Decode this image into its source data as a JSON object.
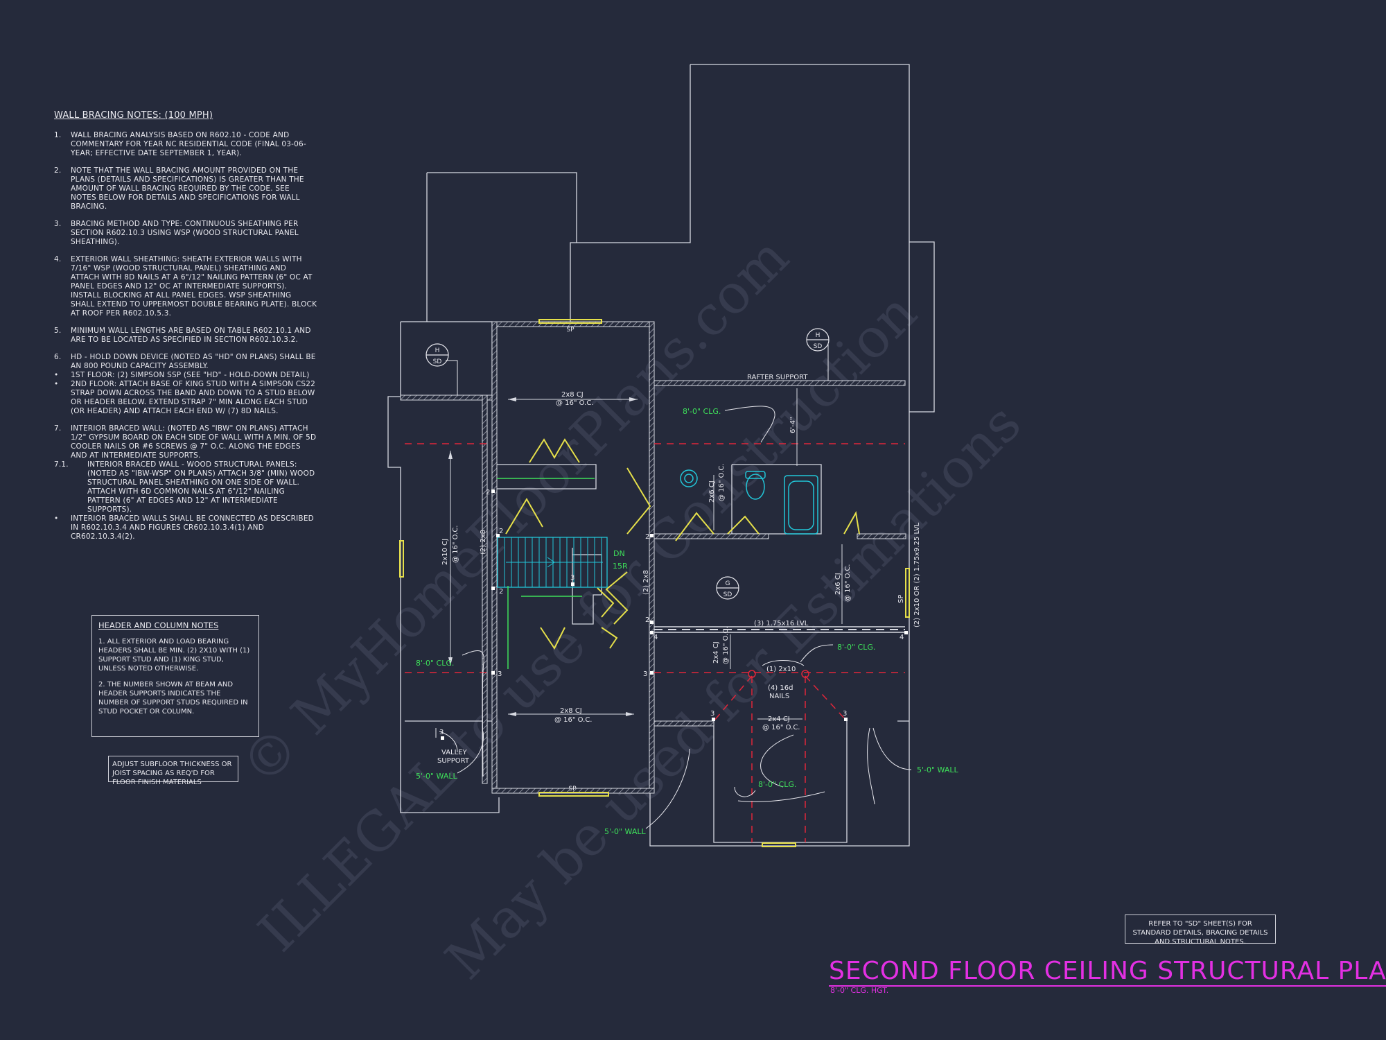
{
  "wall_bracing": {
    "title": "WALL BRACING NOTES: (100 MPH)",
    "items": [
      {
        "num": "1.",
        "text": "WALL BRACING ANALYSIS BASED ON R602.10 - CODE AND COMMENTARY FOR YEAR NC RESIDENTIAL CODE (FINAL 03-06-YEAR; EFFECTIVE DATE SEPTEMBER 1, YEAR)."
      },
      {
        "num": "2.",
        "text": "NOTE THAT THE WALL BRACING AMOUNT PROVIDED ON THE PLANS (DETAILS AND SPECIFICATIONS) IS GREATER THAN THE AMOUNT OF WALL BRACING REQUIRED BY THE CODE. SEE NOTES BELOW FOR DETAILS AND SPECIFICATIONS FOR WALL BRACING."
      },
      {
        "num": "3.",
        "text": "BRACING METHOD AND TYPE: CONTINUOUS SHEATHING PER SECTION R602.10.3 USING WSP (WOOD STRUCTURAL PANEL SHEATHING)."
      },
      {
        "num": "4.",
        "text": "EXTERIOR WALL SHEATHING: SHEATH EXTERIOR WALLS WITH 7/16\" WSP (WOOD STRUCTURAL PANEL) SHEATHING AND ATTACH WITH 8d NAILS AT A 6\"/12\" NAILING PATTERN (6\" OC AT PANEL EDGES AND 12\" OC AT INTERMEDIATE SUPPORTS). INSTALL BLOCKING AT ALL PANEL EDGES. WSP SHEATHING SHALL EXTEND TO UPPERMOST DOUBLE BEARING PLATE). BLOCK AT ROOF PER R602.10.5.3."
      },
      {
        "num": "5.",
        "text": "MINIMUM WALL LENGTHS ARE BASED ON TABLE R602.10.1 AND ARE TO BE LOCATED AS SPECIFIED IN SECTION R602.10.3.2."
      },
      {
        "num": "6.",
        "text": "HD - HOLD DOWN DEVICE (NOTED AS \"HD\" ON PLANS) SHALL BE AN 800 POUND CAPACITY ASSEMBLY."
      },
      {
        "num": "•",
        "text": "1ST FLOOR: (2) SIMPSON SSP (SEE \"HD\" - HOLD-DOWN DETAIL)"
      },
      {
        "num": "•",
        "text": "2ND FLOOR: ATTACH BASE OF KING STUD WITH A SIMPSON CS22 STRAP DOWN ACROSS THE BAND AND DOWN TO A STUD BELOW OR HEADER BELOW. EXTEND STRAP 7\" MIN ALONG EACH STUD (OR HEADER) AND ATTACH EACH END W/ (7) 8d NAILS."
      },
      {
        "num": "7.",
        "text": "INTERIOR BRACED WALL: (NOTED AS \"IBW\" ON PLANS) ATTACH 1/2\" GYPSUM BOARD ON EACH SIDE OF WALL WITH A MIN. OF 5d COOLER NAILS OR #6 SCREWS @ 7\" O.C. ALONG THE EDGES AND AT INTERMEDIATE SUPPORTS."
      },
      {
        "num": "7.1.",
        "text": "INTERIOR BRACED WALL - WOOD STRUCTURAL PANELS: (NOTED AS \"IBW-WSP\" ON PLANS) ATTACH 3/8\" (MIN) WOOD STRUCTURAL PANEL SHEATHING ON ONE SIDE OF WALL. ATTACH WITH 6d COMMON NAILS AT 6\"/12\" NAILING PATTERN (6\" AT EDGES AND 12\" AT INTERMEDIATE SUPPORTS)."
      },
      {
        "num": "•",
        "text": "INTERIOR BRACED WALLS SHALL BE CONNECTED AS DESCRIBED IN R602.10.3.4 AND FIGURES CR602.10.3.4(1) AND CR602.10.3.4(2)."
      }
    ]
  },
  "header_column": {
    "title": "HEADER AND COLUMN NOTES",
    "p1": "1. ALL EXTERIOR AND LOAD BEARING HEADERS SHALL BE MIN. (2) 2x10 WITH (1) SUPPORT STUD AND (1) KING STUD, UNLESS NOTED OTHERWISE.",
    "p2": "2. THE NUMBER SHOWN AT BEAM AND HEADER SUPPORTS INDICATES THE NUMBER OF SUPPORT STUDS REQUIRED IN STUD POCKET OR COLUMN."
  },
  "subfloor_note": "ADJUST SUBFLOOR THICKNESS OR JOIST SPACING AS REQ'D FOR FLOOR FINISH MATERIALS",
  "refer_note": "REFER TO \"SD\" SHEET(S) FOR STANDARD DETAILS, BRACING DETAILS AND STRUCTURAL NOTES.",
  "plan_title": "SECOND FLOOR CEILING STRUCTURAL PLAN",
  "plan_subtitle": "8'-0\" CLG. HGT.",
  "watermark": {
    "line1": "© MyHomeFloorPlans.com",
    "line2": "ILLEGAL to use for Construction",
    "line3": "May be used for Estimations"
  },
  "labels": {
    "sp": "SP",
    "h": "H",
    "sd": "SD",
    "g": "G",
    "rafter_support": "RAFTER SUPPORT",
    "clg_8": "8'-0\" CLG.",
    "wall_5": "5'-0\" WALL",
    "cj_2x8": "2x8 CJ",
    "at_16": "@ 16\" O.C.",
    "cj_2x10": "2x10 CJ",
    "cj_2x6": "2x6 CJ",
    "cj_2x4": "2x4 CJ",
    "dim_6_4": "6'-4\"",
    "lvl": "(3) 1.75x16 LVL",
    "lvl_side": "(2) 2x10 OR (2) 1.75x9.25 LVL",
    "x2x10": "(1) 2x10",
    "nails_1": "(4) 16d",
    "nails_2": "NAILS",
    "dn": "DN",
    "risers": "15R",
    "valley_1": "VALLEY",
    "valley_2": "SUPPORT",
    "s2x8": "(2) 2x8",
    "n2": "2",
    "n3": "3",
    "n4": "4"
  },
  "colors": {
    "background": "#252a3b",
    "lines": "#d8dae2",
    "green": "#3ee05a",
    "yellow": "#e6e04a",
    "red": "#e0263a",
    "cyan": "#22c6d8",
    "magenta": "#e330e3"
  }
}
